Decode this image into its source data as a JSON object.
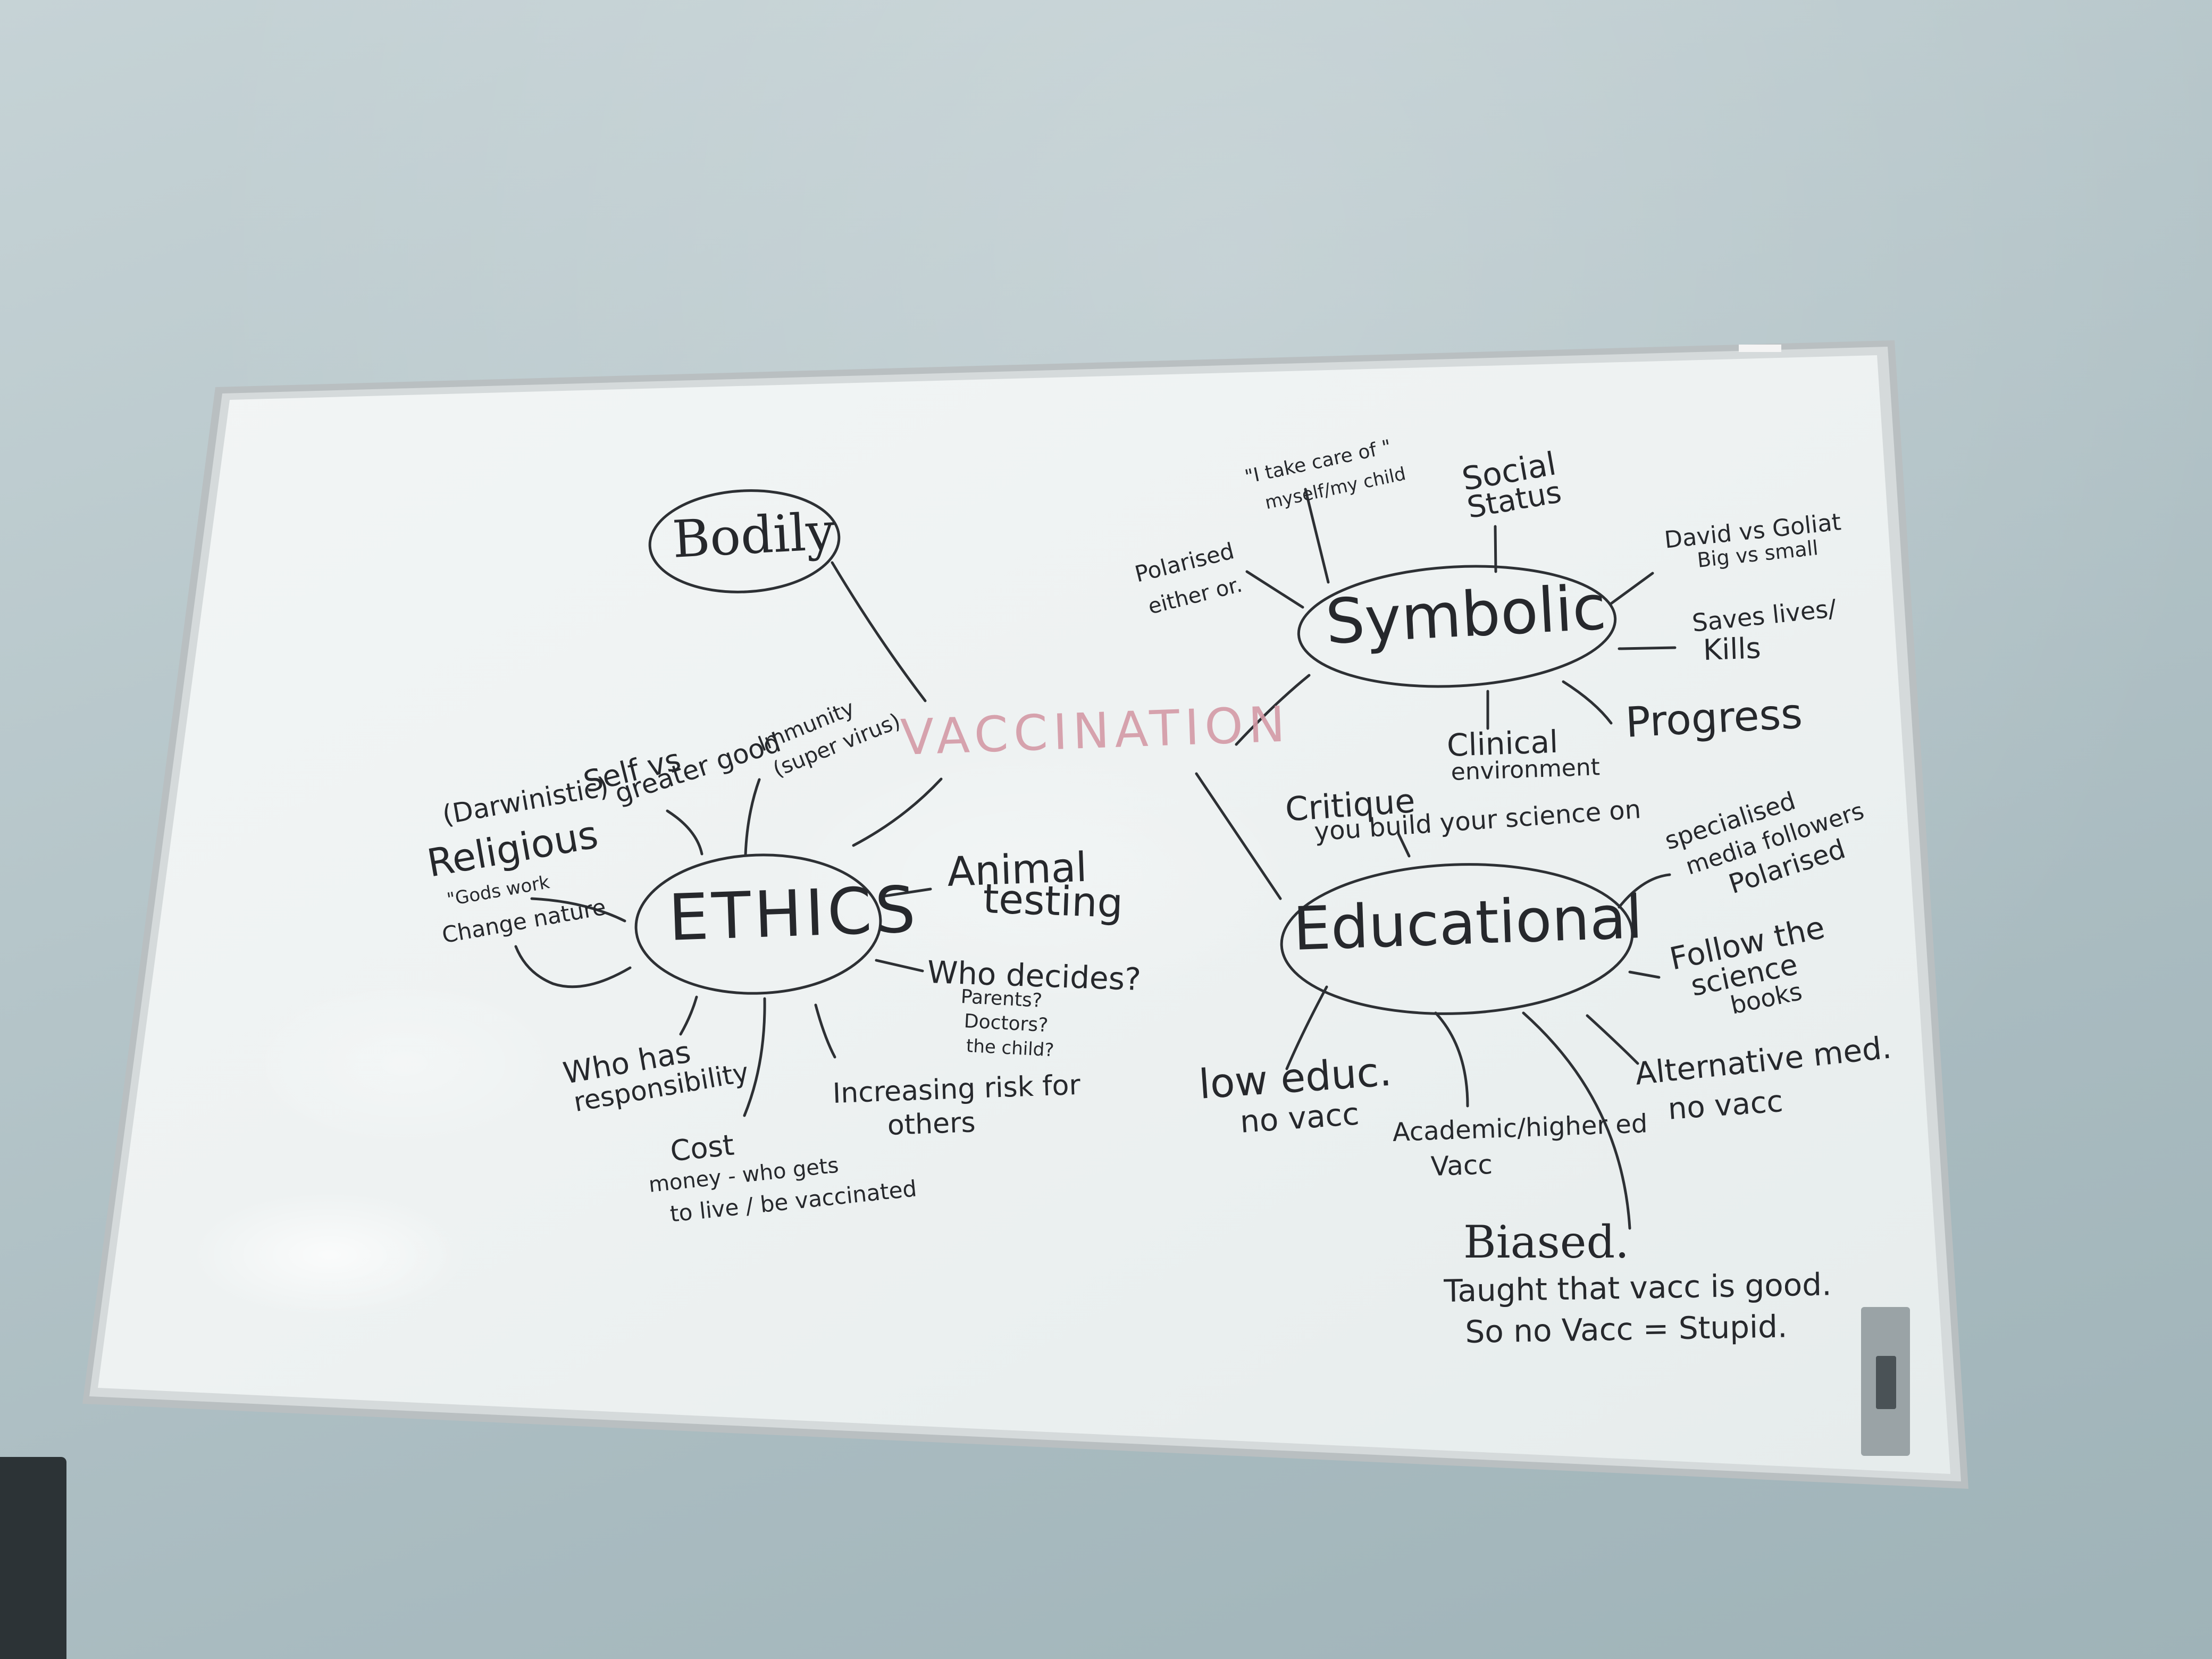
{
  "whiteboard": {
    "center_topic": "VACCINATION",
    "hubs": {
      "ethics": "ETHICS",
      "symbolic": "Symbolic",
      "educational": "Educational",
      "bodily": "Bodily"
    },
    "ethics_notes": {
      "darwinistic": "(Darwinistic)",
      "religious": "Religious",
      "gods_work": "\"Gods work",
      "change_nature": "Change nature",
      "self_vs_1": "Self vs",
      "self_vs_2": "greater good",
      "immunity_1": "Immunity",
      "immunity_2": "(super virus)",
      "animal_1": "Animal",
      "animal_2": "testing",
      "who_decides": "Who decides?",
      "parents": "Parents?",
      "doctors": "Doctors?",
      "the_child": "the child?",
      "responsibility_1": "Who has",
      "responsibility_2": "responsibility",
      "cost": "Cost",
      "money_1": "money - who gets",
      "money_2": "to live / be vaccinated",
      "risk_1": "Increasing risk for",
      "risk_2": "others"
    },
    "symbolic_notes": {
      "take_care_1": "\"I take care of \"",
      "take_care_2": "myself/my child",
      "social_1": "Social",
      "social_2": "Status",
      "polarised_1": "Polarised",
      "polarised_2": "either or.",
      "david_1": "David vs Goliat",
      "david_2": "Big vs small",
      "saves_1": "Saves lives/",
      "saves_2": "Kills",
      "progress": "Progress",
      "clinical_1": "Clinical",
      "clinical_2": "environment"
    },
    "educational_notes": {
      "critique_1": "Critique",
      "critique_2": "you build your science on",
      "specialised_1": "specialised",
      "specialised_2": "media followers",
      "specialised_3": "Polarised",
      "follow_1": "Follow the",
      "follow_2": "science",
      "follow_3": "books",
      "low_1": "low educ.",
      "low_2": "no vacc",
      "academic_1": "Academic/higher ed",
      "academic_2": "Vacc",
      "alternative_1": "Alternative med.",
      "alternative_2": "no vacc",
      "biased": "Biased.",
      "taught": "Taught that vacc is good.",
      "so_no": "So no Vacc = Stupid."
    }
  },
  "colors": {
    "wall": "#b5c5c9",
    "board": "#eef2f2",
    "frame": "#b9bfc1",
    "ink_black": "#26282c",
    "ink_red": "#d49aa6"
  }
}
